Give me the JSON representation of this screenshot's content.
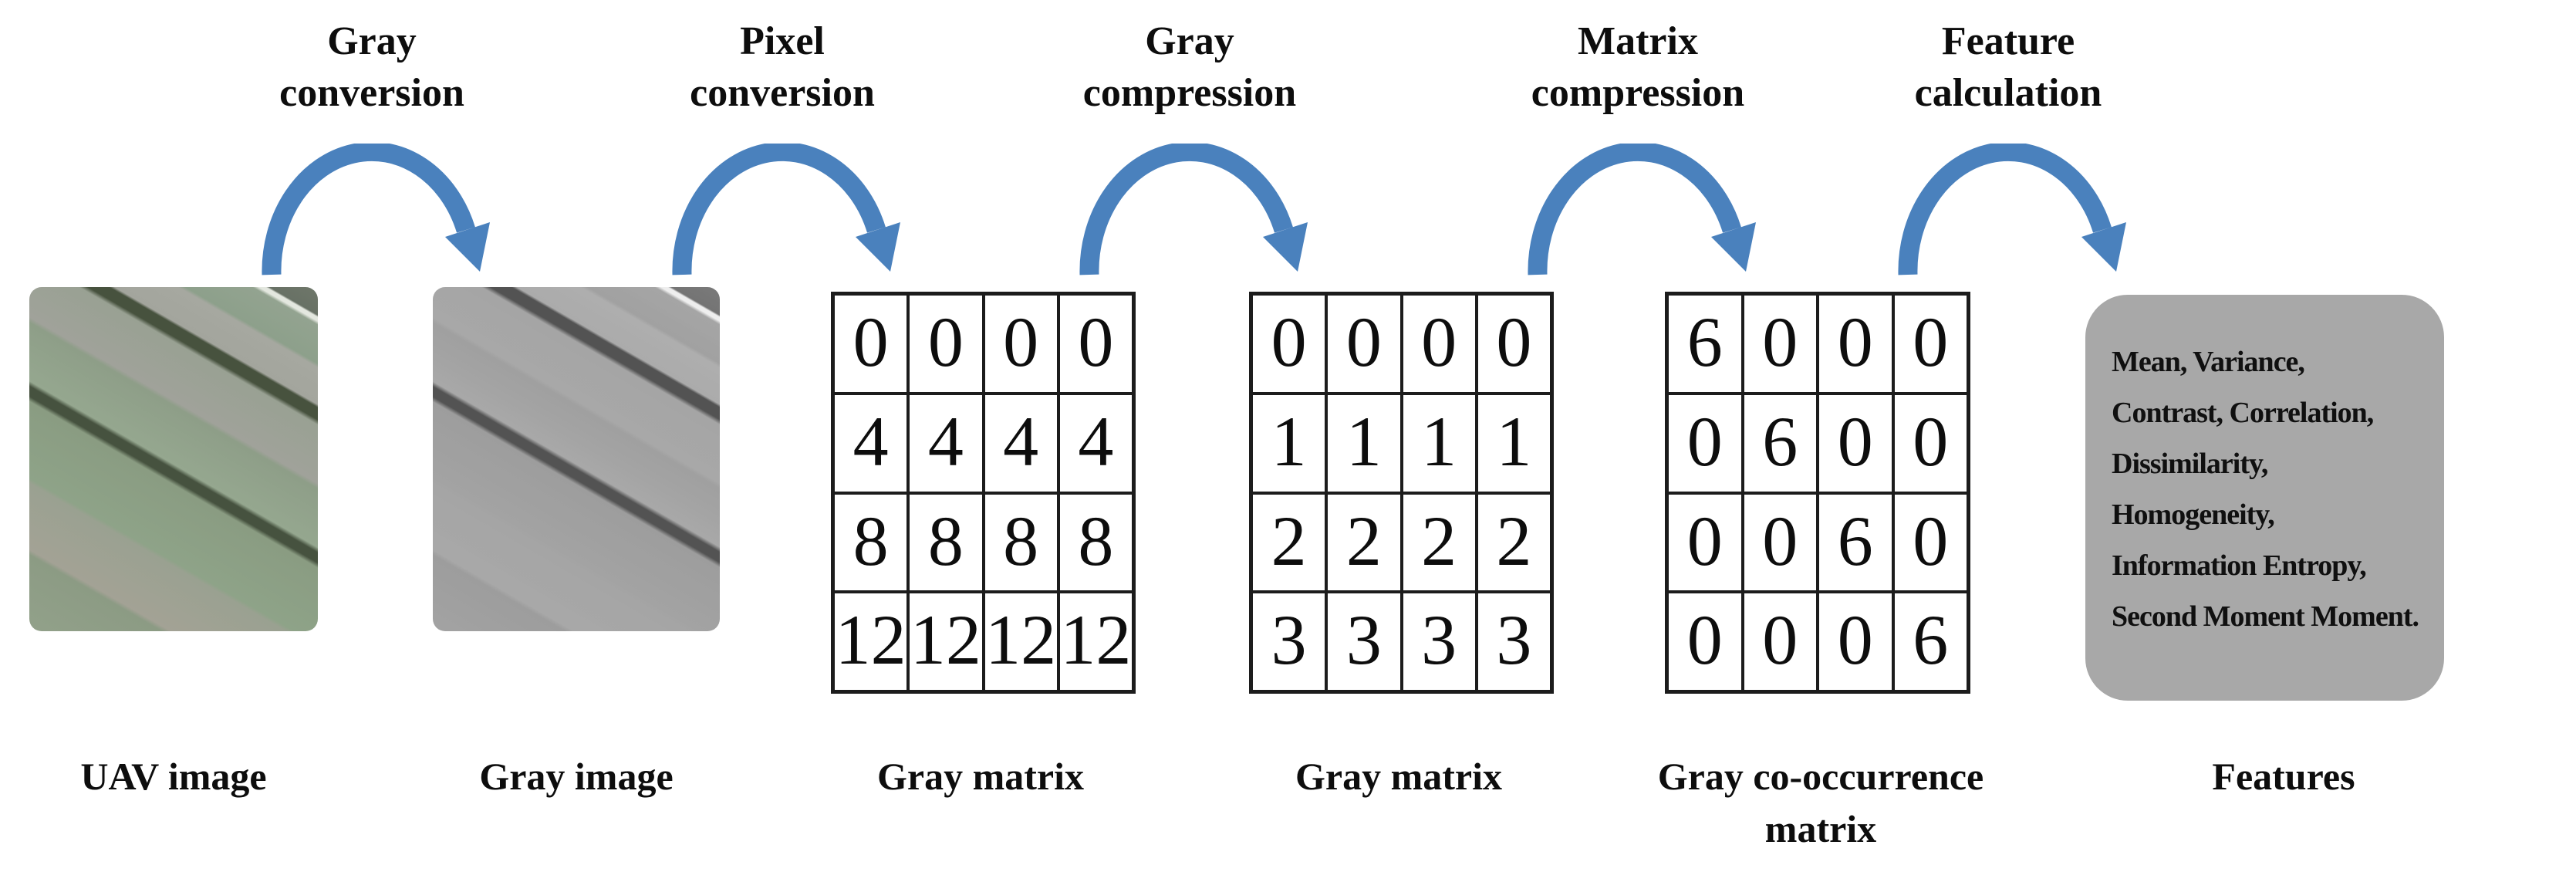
{
  "diagram": {
    "arrows": [
      {
        "label": "Gray conversion"
      },
      {
        "label": "Pixel conversion"
      },
      {
        "label": "Gray compression"
      },
      {
        "label": "Matrix compression"
      },
      {
        "label": "Feature calculation"
      }
    ],
    "stages": [
      {
        "type": "photo",
        "caption": "UAV image"
      },
      {
        "type": "photo",
        "caption": "Gray image"
      },
      {
        "type": "matrix",
        "caption": "Gray matrix",
        "values": [
          [
            0,
            0,
            0,
            0
          ],
          [
            4,
            4,
            4,
            4
          ],
          [
            8,
            8,
            8,
            8
          ],
          [
            12,
            12,
            12,
            12
          ]
        ]
      },
      {
        "type": "matrix",
        "caption": "Gray matrix",
        "values": [
          [
            0,
            0,
            0,
            0
          ],
          [
            1,
            1,
            1,
            1
          ],
          [
            2,
            2,
            2,
            2
          ],
          [
            3,
            3,
            3,
            3
          ]
        ]
      },
      {
        "type": "matrix",
        "caption": "Gray co-occurrence matrix",
        "values": [
          [
            6,
            0,
            0,
            0
          ],
          [
            0,
            6,
            0,
            0
          ],
          [
            0,
            0,
            6,
            0
          ],
          [
            0,
            0,
            0,
            6
          ]
        ]
      },
      {
        "type": "text-box",
        "caption": "Features",
        "lines": [
          "Mean, Variance,",
          "Contrast, Correlation,",
          "Dissimilarity, Homogeneity,",
          "Information Entropy,",
          "Second Moment Moment."
        ]
      }
    ],
    "colors": {
      "arrow_blue": "#4a81bd",
      "features_box_gray": "#a8a8a8",
      "matrix_border": "#1c1c1c"
    }
  }
}
